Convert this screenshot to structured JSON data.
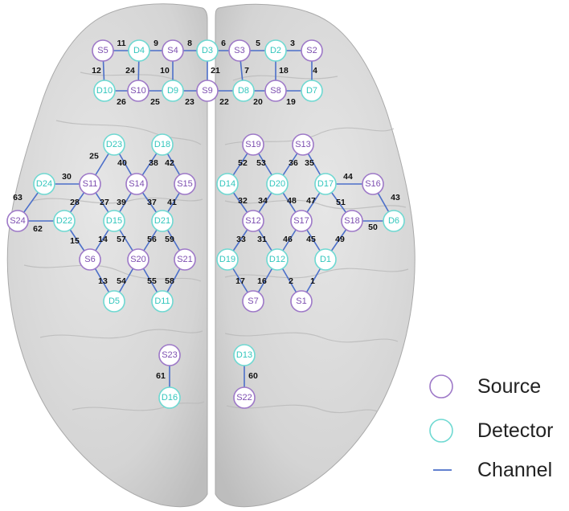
{
  "legend": {
    "source": "Source",
    "detector": "Detector",
    "channel": "Channel"
  },
  "colors": {
    "source": "#9e79c8",
    "detector": "#6fd9d2",
    "channel": "#4c6fc9",
    "brain": "#cfcfcf"
  },
  "optodes": [
    {
      "id": "S1",
      "kind": "source"
    },
    {
      "id": "S2",
      "kind": "source"
    },
    {
      "id": "S3",
      "kind": "source"
    },
    {
      "id": "S4",
      "kind": "source"
    },
    {
      "id": "S5",
      "kind": "source"
    },
    {
      "id": "S6",
      "kind": "source"
    },
    {
      "id": "S7",
      "kind": "source"
    },
    {
      "id": "S8",
      "kind": "source"
    },
    {
      "id": "S9",
      "kind": "source"
    },
    {
      "id": "S10",
      "kind": "source"
    },
    {
      "id": "S11",
      "kind": "source"
    },
    {
      "id": "S12",
      "kind": "source"
    },
    {
      "id": "S13",
      "kind": "source"
    },
    {
      "id": "S14",
      "kind": "source"
    },
    {
      "id": "S15",
      "kind": "source"
    },
    {
      "id": "S16",
      "kind": "source"
    },
    {
      "id": "S17",
      "kind": "source"
    },
    {
      "id": "S18",
      "kind": "source"
    },
    {
      "id": "S19",
      "kind": "source"
    },
    {
      "id": "S20",
      "kind": "source"
    },
    {
      "id": "S21",
      "kind": "source"
    },
    {
      "id": "S22",
      "kind": "source"
    },
    {
      "id": "S23",
      "kind": "source"
    },
    {
      "id": "S24",
      "kind": "source"
    },
    {
      "id": "D1",
      "kind": "detector"
    },
    {
      "id": "D2",
      "kind": "detector"
    },
    {
      "id": "D3",
      "kind": "detector"
    },
    {
      "id": "D4",
      "kind": "detector"
    },
    {
      "id": "D5",
      "kind": "detector"
    },
    {
      "id": "D6",
      "kind": "detector"
    },
    {
      "id": "D7",
      "kind": "detector"
    },
    {
      "id": "D8",
      "kind": "detector"
    },
    {
      "id": "D9",
      "kind": "detector"
    },
    {
      "id": "D10",
      "kind": "detector"
    },
    {
      "id": "D11",
      "kind": "detector"
    },
    {
      "id": "D12",
      "kind": "detector"
    },
    {
      "id": "D13",
      "kind": "detector"
    },
    {
      "id": "D14",
      "kind": "detector"
    },
    {
      "id": "D15",
      "kind": "detector"
    },
    {
      "id": "D16",
      "kind": "detector"
    },
    {
      "id": "D17",
      "kind": "detector"
    },
    {
      "id": "D18",
      "kind": "detector"
    },
    {
      "id": "D19",
      "kind": "detector"
    },
    {
      "id": "D20",
      "kind": "detector"
    },
    {
      "id": "D21",
      "kind": "detector"
    },
    {
      "id": "D22",
      "kind": "detector"
    },
    {
      "id": "D23",
      "kind": "detector"
    },
    {
      "id": "D24",
      "kind": "detector"
    }
  ],
  "channels": [
    {
      "num": "1",
      "a": "S1",
      "b": "D1"
    },
    {
      "num": "2",
      "a": "S1",
      "b": "D12"
    },
    {
      "num": "3",
      "a": "S2",
      "b": "D2"
    },
    {
      "num": "4",
      "a": "S2",
      "b": "D7"
    },
    {
      "num": "5",
      "a": "S3",
      "b": "D2"
    },
    {
      "num": "6",
      "a": "S3",
      "b": "D3"
    },
    {
      "num": "7",
      "a": "S3",
      "b": "D8"
    },
    {
      "num": "8",
      "a": "S4",
      "b": "D3"
    },
    {
      "num": "9",
      "a": "S4",
      "b": "D4"
    },
    {
      "num": "10",
      "a": "S4",
      "b": "D9"
    },
    {
      "num": "11",
      "a": "S5",
      "b": "D4"
    },
    {
      "num": "12",
      "a": "S5",
      "b": "D10"
    },
    {
      "num": "13",
      "a": "S6",
      "b": "D5"
    },
    {
      "num": "14",
      "a": "S6",
      "b": "D15"
    },
    {
      "num": "15",
      "a": "S6",
      "b": "D22"
    },
    {
      "num": "16",
      "a": "S7",
      "b": "D12"
    },
    {
      "num": "17",
      "a": "S7",
      "b": "D19"
    },
    {
      "num": "18",
      "a": "S8",
      "b": "D2"
    },
    {
      "num": "19",
      "a": "S8",
      "b": "D7"
    },
    {
      "num": "20",
      "a": "S8",
      "b": "D8"
    },
    {
      "num": "21",
      "a": "S9",
      "b": "D3"
    },
    {
      "num": "22",
      "a": "S9",
      "b": "D8"
    },
    {
      "num": "23",
      "a": "S9",
      "b": "D9"
    },
    {
      "num": "24",
      "a": "S10",
      "b": "D4"
    },
    {
      "num": "25",
      "a": "S10",
      "b": "D9"
    },
    {
      "num": "26",
      "a": "S10",
      "b": "D10"
    },
    {
      "num": "25",
      "a": "S11",
      "b": "D23"
    },
    {
      "num": "27",
      "a": "S11",
      "b": "D15"
    },
    {
      "num": "28",
      "a": "S11",
      "b": "D22"
    },
    {
      "num": "30",
      "a": "S11",
      "b": "D24"
    },
    {
      "num": "31",
      "a": "S12",
      "b": "D12"
    },
    {
      "num": "32",
      "a": "S12",
      "b": "D14"
    },
    {
      "num": "33",
      "a": "S12",
      "b": "D19"
    },
    {
      "num": "34",
      "a": "S12",
      "b": "D20"
    },
    {
      "num": "35",
      "a": "S13",
      "b": "D17"
    },
    {
      "num": "36",
      "a": "S13",
      "b": "D20"
    },
    {
      "num": "37",
      "a": "S14",
      "b": "D21"
    },
    {
      "num": "38",
      "a": "S14",
      "b": "D18"
    },
    {
      "num": "39",
      "a": "S14",
      "b": "D15"
    },
    {
      "num": "40",
      "a": "S14",
      "b": "D23"
    },
    {
      "num": "41",
      "a": "S15",
      "b": "D21"
    },
    {
      "num": "42",
      "a": "S15",
      "b": "D18"
    },
    {
      "num": "43",
      "a": "S16",
      "b": "D6"
    },
    {
      "num": "44",
      "a": "S16",
      "b": "D17"
    },
    {
      "num": "45",
      "a": "S17",
      "b": "D1"
    },
    {
      "num": "46",
      "a": "S17",
      "b": "D12"
    },
    {
      "num": "47",
      "a": "S17",
      "b": "D17"
    },
    {
      "num": "48",
      "a": "S17",
      "b": "D20"
    },
    {
      "num": "49",
      "a": "S18",
      "b": "D1"
    },
    {
      "num": "50",
      "a": "S18",
      "b": "D6"
    },
    {
      "num": "51",
      "a": "S18",
      "b": "D17"
    },
    {
      "num": "52",
      "a": "S19",
      "b": "D14"
    },
    {
      "num": "53",
      "a": "S19",
      "b": "D20"
    },
    {
      "num": "54",
      "a": "S20",
      "b": "D5"
    },
    {
      "num": "55",
      "a": "S20",
      "b": "D11"
    },
    {
      "num": "56",
      "a": "S20",
      "b": "D21"
    },
    {
      "num": "57",
      "a": "S20",
      "b": "D15"
    },
    {
      "num": "58",
      "a": "S21",
      "b": "D11"
    },
    {
      "num": "59",
      "a": "S21",
      "b": "D21"
    },
    {
      "num": "60",
      "a": "S22",
      "b": "D13"
    },
    {
      "num": "61",
      "a": "S23",
      "b": "D16"
    },
    {
      "num": "62",
      "a": "S24",
      "b": "D22"
    },
    {
      "num": "63",
      "a": "S24",
      "b": "D24"
    }
  ]
}
